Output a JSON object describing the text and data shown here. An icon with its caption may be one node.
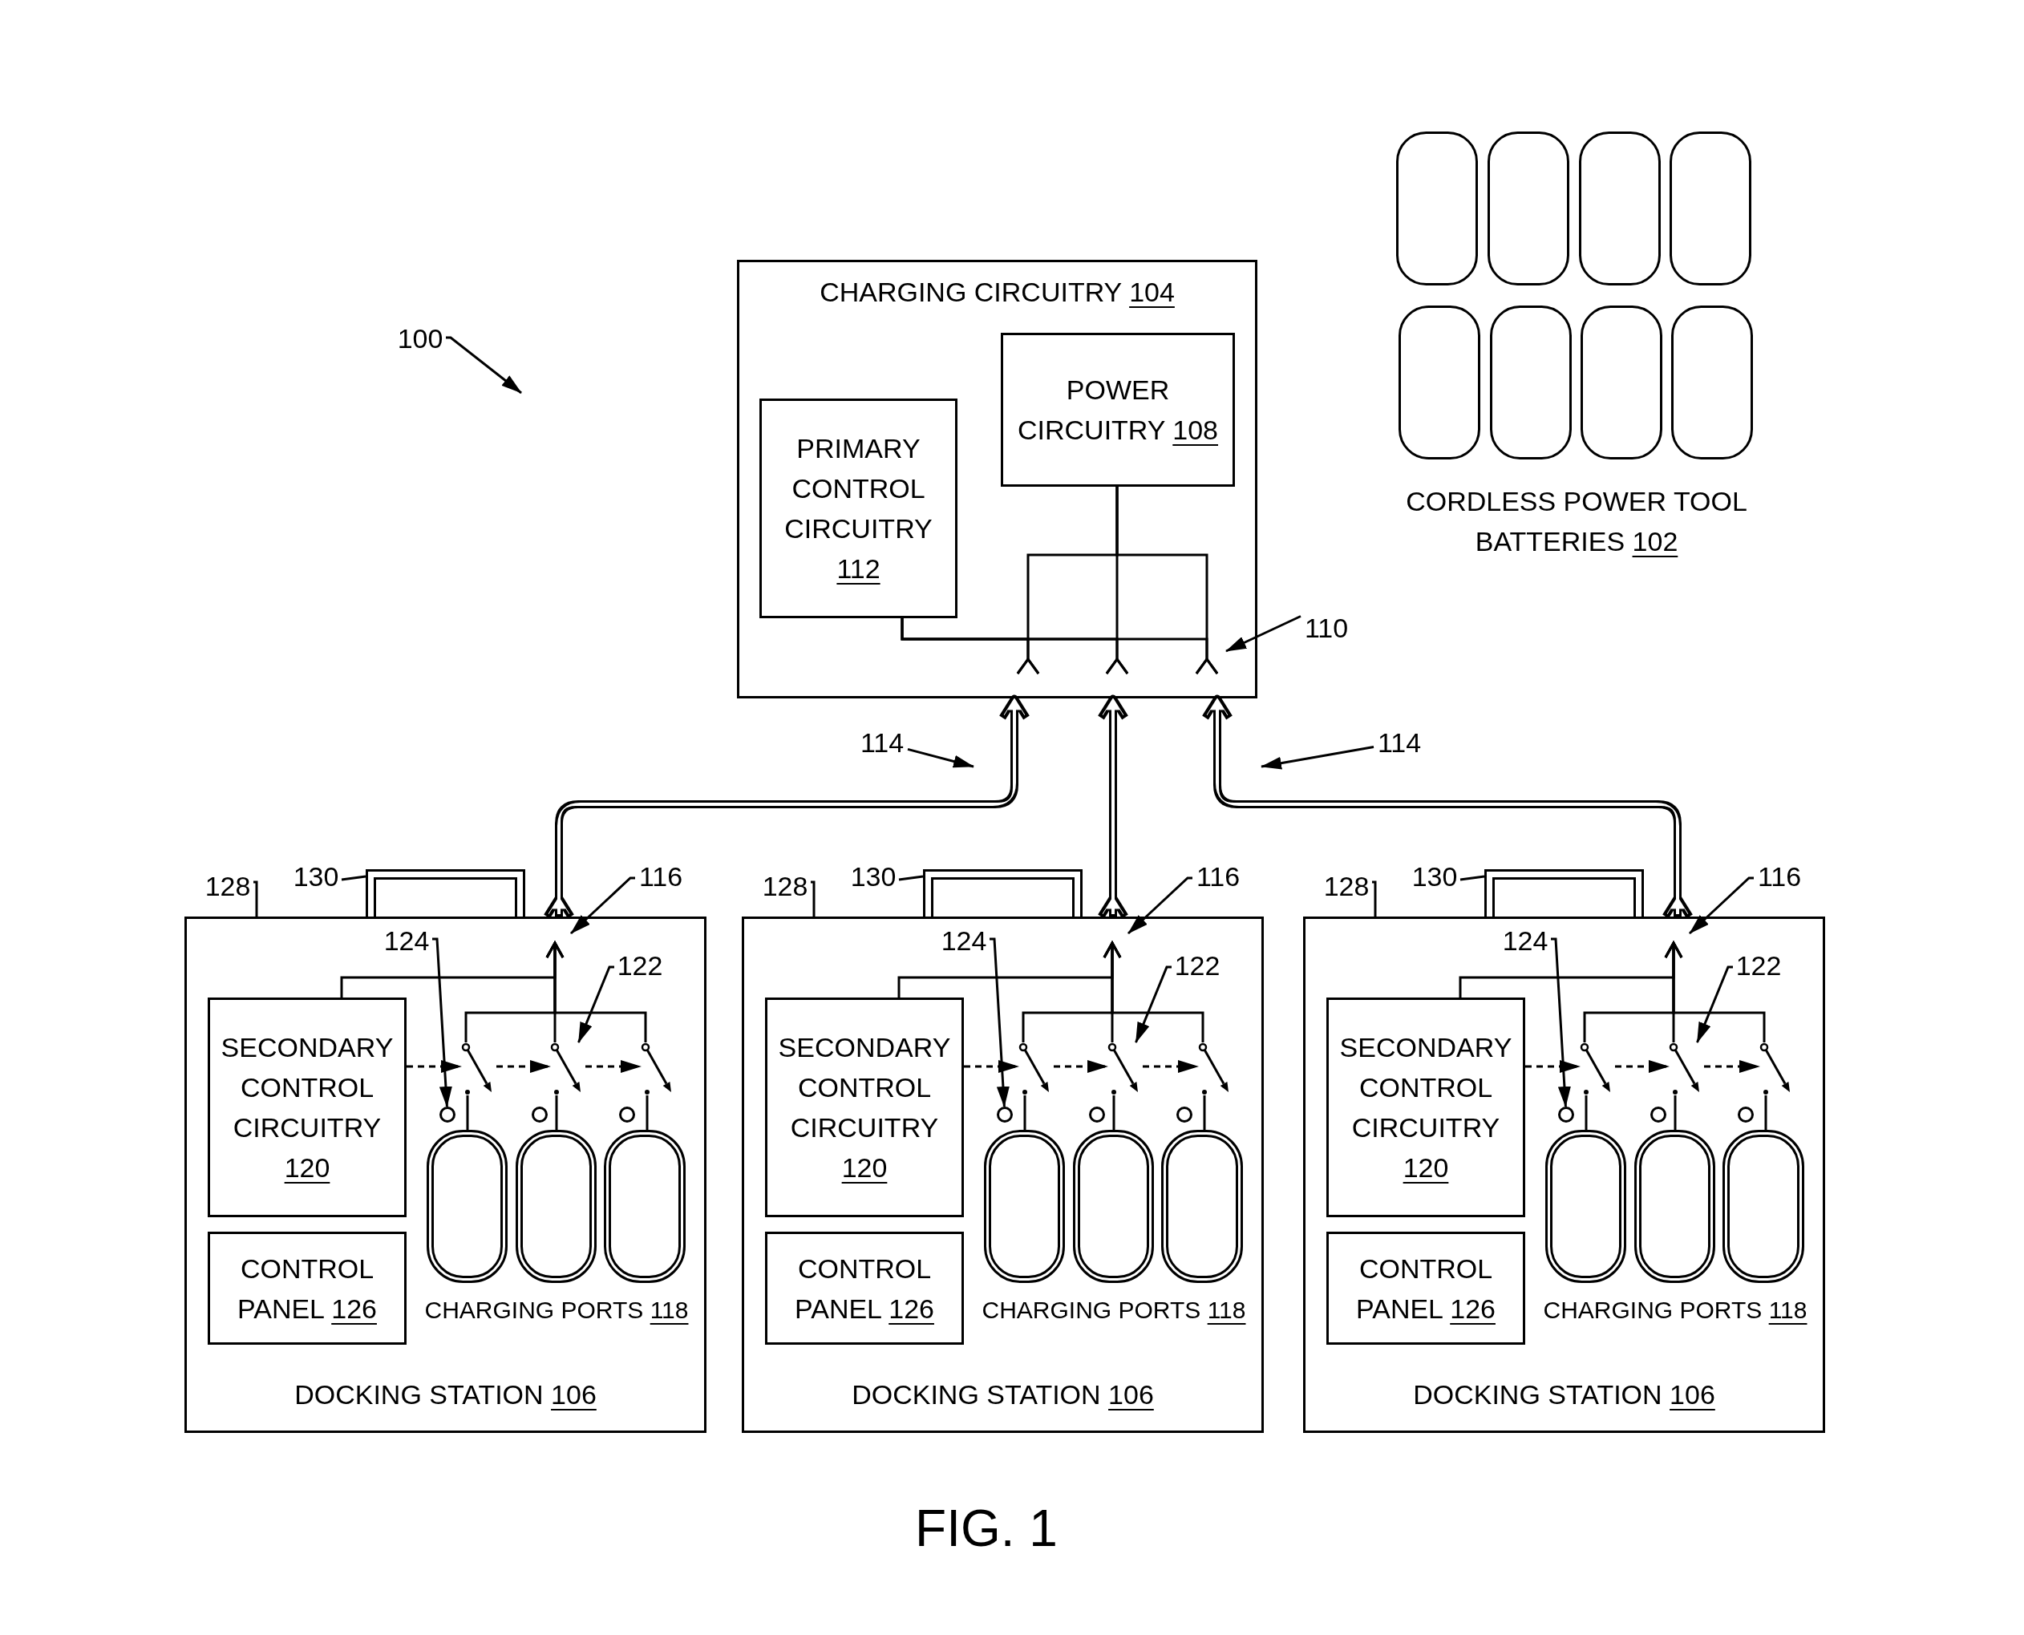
{
  "diagram": {
    "caption": "FIG. 1",
    "nodes": [
      {
        "text": [],
        "shape": "box"
      },
      {
        "text": [],
        "shape": "box"
      },
      {
        "text": [],
        "shape": "box"
      },
      {
        "text": [],
        "shape": "box"
      },
      {
        "text": [],
        "shape": "box"
      },
      {
        "text": [],
        "shape": "box"
      },
      {
        "text": [],
        "shape": "box"
      },
      {
        "text": [],
        "shape": "box"
      },
      {
        "text": [
          "CORDLESS POWER TOOL BATTERIES 102"
        ]
      },
      {
        "text": [
          "100"
        ]
      },
      {
        "text": [
          "CHARGING CIRCUITRY 104"
        ]
      },
      {
        "text": [
          "POWER CIRCUITRY 108"
        ],
        "in": 10
      },
      {
        "text": [
          "PRIMARY CONTROL CIRCUITRY 112"
        ],
        "in": 10
      },
      {
        "text": [
          "110"
        ]
      },
      {
        "text": [
          "114"
        ]
      },
      {
        "text": [
          "114"
        ]
      },
      {
        "text": [
          "128"
        ]
      },
      {
        "text": [
          "130"
        ]
      },
      {
        "text": [],
        "shape": "handle"
      },
      {
        "text": [
          "116"
        ]
      },
      {
        "text": [
          "DOCKING STATION 106"
        ]
      },
      {
        "text": [
          "124"
        ],
        "in": 20
      },
      {
        "text": [
          "122"
        ],
        "in": 20
      },
      {
        "text": [
          "SECONDARY CONTROL CIRCUITRY 120"
        ],
        "in": 20
      },
      {
        "text": [],
        "shape": "switch",
        "in": 20
      },
      {
        "text": [],
        "shape": "switch",
        "in": 20
      },
      {
        "text": [],
        "shape": "switch",
        "in": 20
      },
      {
        "text": [],
        "shape": "circle",
        "in": 20
      },
      {
        "text": [],
        "shape": "circle",
        "in": 20
      },
      {
        "text": [],
        "shape": "circle",
        "in": 20
      },
      {
        "text": [],
        "shape": "box",
        "in": 20
      },
      {
        "text": [],
        "shape": "box",
        "in": 20
      },
      {
        "text": [],
        "shape": "box",
        "in": 20
      },
      {
        "text": [
          "CHARGING PORTS 118"
        ],
        "in": 20
      },
      {
        "text": [
          "CONTROL PANEL 126"
        ],
        "in": 20
      },
      {
        "text": [
          "128"
        ]
      },
      {
        "text": [
          "130"
        ]
      },
      {
        "text": [],
        "shape": "handle"
      },
      {
        "text": [
          "116"
        ]
      },
      {
        "text": [
          "DOCKING STATION 106"
        ]
      },
      {
        "text": [
          "124"
        ],
        "in": 39
      },
      {
        "text": [
          "122"
        ],
        "in": 39
      },
      {
        "text": [
          "SECONDARY CONTROL CIRCUITRY 120"
        ],
        "in": 39
      },
      {
        "text": [],
        "shape": "switch",
        "in": 39
      },
      {
        "text": [],
        "shape": "switch",
        "in": 39
      },
      {
        "text": [],
        "shape": "switch",
        "in": 39
      },
      {
        "text": [],
        "shape": "circle",
        "in": 39
      },
      {
        "text": [],
        "shape": "circle",
        "in": 39
      },
      {
        "text": [],
        "shape": "circle",
        "in": 39
      },
      {
        "text": [],
        "shape": "box",
        "in": 39
      },
      {
        "text": [],
        "shape": "box",
        "in": 39
      },
      {
        "text": [],
        "shape": "box",
        "in": 39
      },
      {
        "text": [
          "CHARGING PORTS 118"
        ],
        "in": 39
      },
      {
        "text": [
          "CONTROL PANEL 126"
        ],
        "in": 39
      },
      {
        "text": [
          "128"
        ]
      },
      {
        "text": [
          "130"
        ]
      },
      {
        "text": [],
        "shape": "handle"
      },
      {
        "text": [
          "116"
        ]
      },
      {
        "text": [
          "DOCKING STATION 106"
        ]
      },
      {
        "text": [
          "124"
        ],
        "in": 58
      },
      {
        "text": [
          "122"
        ],
        "in": 58
      },
      {
        "text": [
          "SECONDARY CONTROL CIRCUITRY 120"
        ],
        "in": 58
      },
      {
        "text": [],
        "shape": "switch",
        "in": 58
      },
      {
        "text": [],
        "shape": "switch",
        "in": 58
      },
      {
        "text": [],
        "shape": "switch",
        "in": 58
      },
      {
        "text": [],
        "shape": "circle",
        "in": 58
      },
      {
        "text": [],
        "shape": "circle",
        "in": 58
      },
      {
        "text": [],
        "shape": "circle",
        "in": 58
      },
      {
        "text": [],
        "shape": "box",
        "in": 58
      },
      {
        "text": [],
        "shape": "box",
        "in": 58
      },
      {
        "text": [],
        "shape": "box",
        "in": 58
      },
      {
        "text": [
          "CHARGING PORTS 118"
        ],
        "in": 58
      },
      {
        "text": [
          "CONTROL PANEL 126"
        ],
        "in": 58
      }
    ],
    "edges": [
      {
        "from": 9,
        "to": null,
        "arrow": "to"
      },
      {
        "from": 11,
        "to": null,
        "arrow": "other"
      },
      {
        "from": 11,
        "to": null,
        "arrow": "other"
      },
      {
        "from": 11,
        "to": null,
        "arrow": "other"
      },
      {
        "from": 12,
        "to": null,
        "arrow": "other"
      },
      {
        "from": 12,
        "to": null,
        "arrow": "other"
      },
      {
        "from": 12,
        "to": null,
        "arrow": "other"
      },
      {
        "from": 13,
        "to": 10,
        "arrow": "to"
      },
      {
        "from": 14,
        "to": null,
        "arrow": "to"
      },
      {
        "from": 15,
        "to": null,
        "arrow": "to"
      },
      {
        "from": 20,
        "to": 10,
        "arrow": "to",
        "style": "thick"
      },
      {
        "from": 16,
        "to": 20,
        "arrow": "none"
      },
      {
        "from": 17,
        "to": 18,
        "arrow": "none"
      },
      {
        "from": 19,
        "to": 20,
        "arrow": "to"
      },
      {
        "from": 21,
        "to": 27,
        "arrow": "to"
      },
      {
        "from": 22,
        "to": 25,
        "arrow": "to"
      },
      {
        "from": 23,
        "to": 24,
        "arrow": "to",
        "style": "dashed"
      },
      {
        "from": 24,
        "to": 25,
        "arrow": "to",
        "style": "dashed"
      },
      {
        "from": 25,
        "to": 26,
        "arrow": "to",
        "style": "dashed"
      },
      {
        "from": 24,
        "to": null,
        "arrow": "to"
      },
      {
        "from": 25,
        "to": null,
        "arrow": "to"
      },
      {
        "from": 26,
        "to": null,
        "arrow": "to"
      },
      {
        "from": 23,
        "to": null,
        "arrow": "to"
      },
      {
        "from": 24,
        "to": 30,
        "arrow": "none"
      },
      {
        "from": 25,
        "to": 31,
        "arrow": "none"
      },
      {
        "from": 26,
        "to": 32,
        "arrow": "none"
      },
      {
        "from": 39,
        "to": 10,
        "arrow": "to",
        "style": "thick"
      },
      {
        "from": 35,
        "to": 39,
        "arrow": "none"
      },
      {
        "from": 36,
        "to": 37,
        "arrow": "none"
      },
      {
        "from": 38,
        "to": 39,
        "arrow": "to"
      },
      {
        "from": 40,
        "to": 46,
        "arrow": "to"
      },
      {
        "from": 41,
        "to": 44,
        "arrow": "to"
      },
      {
        "from": 42,
        "to": 43,
        "arrow": "to",
        "style": "dashed"
      },
      {
        "from": 43,
        "to": 44,
        "arrow": "to",
        "style": "dashed"
      },
      {
        "from": 44,
        "to": 45,
        "arrow": "to",
        "style": "dashed"
      },
      {
        "from": 43,
        "to": null,
        "arrow": "to"
      },
      {
        "from": 44,
        "to": null,
        "arrow": "to"
      },
      {
        "from": 45,
        "to": null,
        "arrow": "to"
      },
      {
        "from": 42,
        "to": null,
        "arrow": "to"
      },
      {
        "from": 43,
        "to": 49,
        "arrow": "none"
      },
      {
        "from": 44,
        "to": 50,
        "arrow": "none"
      },
      {
        "from": 45,
        "to": 51,
        "arrow": "none"
      },
      {
        "from": 58,
        "to": 10,
        "arrow": "to",
        "style": "thick"
      },
      {
        "from": 54,
        "to": 58,
        "arrow": "none"
      },
      {
        "from": 55,
        "to": 56,
        "arrow": "none"
      },
      {
        "from": 57,
        "to": 58,
        "arrow": "to"
      },
      {
        "from": 59,
        "to": 65,
        "arrow": "to"
      },
      {
        "from": 60,
        "to": 63,
        "arrow": "to"
      },
      {
        "from": 61,
        "to": 62,
        "arrow": "to",
        "style": "dashed"
      },
      {
        "from": 62,
        "to": 63,
        "arrow": "to",
        "style": "dashed"
      },
      {
        "from": 63,
        "to": 64,
        "arrow": "to",
        "style": "dashed"
      },
      {
        "from": 62,
        "to": null,
        "arrow": "to"
      },
      {
        "from": 63,
        "to": null,
        "arrow": "to"
      },
      {
        "from": 64,
        "to": null,
        "arrow": "to"
      },
      {
        "from": 61,
        "to": null,
        "arrow": "to"
      },
      {
        "from": 62,
        "to": 68,
        "arrow": "none"
      },
      {
        "from": 63,
        "to": 69,
        "arrow": "none"
      },
      {
        "from": 64,
        "to": 70,
        "arrow": "none"
      }
    ]
  }
}
